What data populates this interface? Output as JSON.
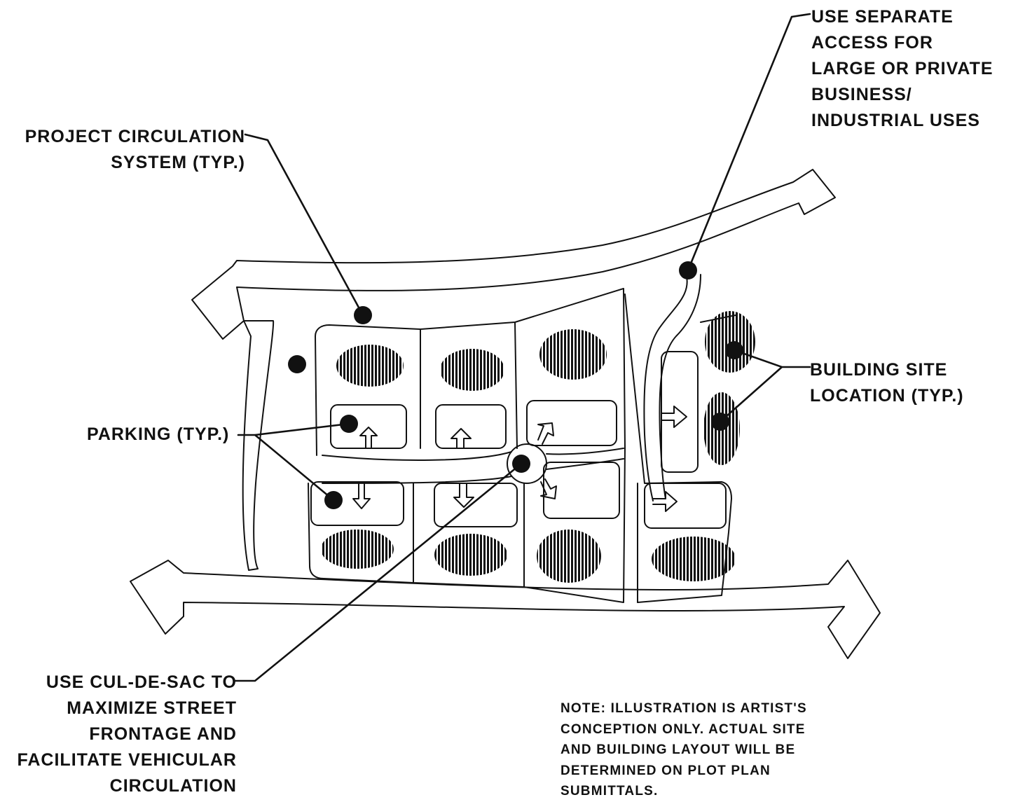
{
  "colors": {
    "ink": "#111111",
    "paper": "#ffffff"
  },
  "labels": {
    "separate_access": [
      "USE SEPARATE",
      "ACCESS FOR",
      "LARGE OR PRIVATE",
      "BUSINESS/",
      "INDUSTRIAL USES"
    ],
    "project_circulation": [
      "PROJECT CIRCULATION",
      "SYSTEM (TYP.)"
    ],
    "building_site": [
      "BUILDING SITE",
      "LOCATION (TYP.)"
    ],
    "parking": [
      "PARKING (TYP.)"
    ],
    "cul_de_sac": [
      "USE CUL-DE-SAC TO",
      "MAXIMIZE STREET",
      "FRONTAGE AND",
      "FACILITATE VEHICULAR",
      "CIRCULATION"
    ],
    "note": [
      "NOTE: ILLUSTRATION IS ARTIST'S",
      "CONCEPTION ONLY.  ACTUAL SITE",
      "AND BUILDING LAYOUT WILL BE",
      "DETERMINED ON PLOT PLAN",
      "SUBMITTALS."
    ]
  }
}
